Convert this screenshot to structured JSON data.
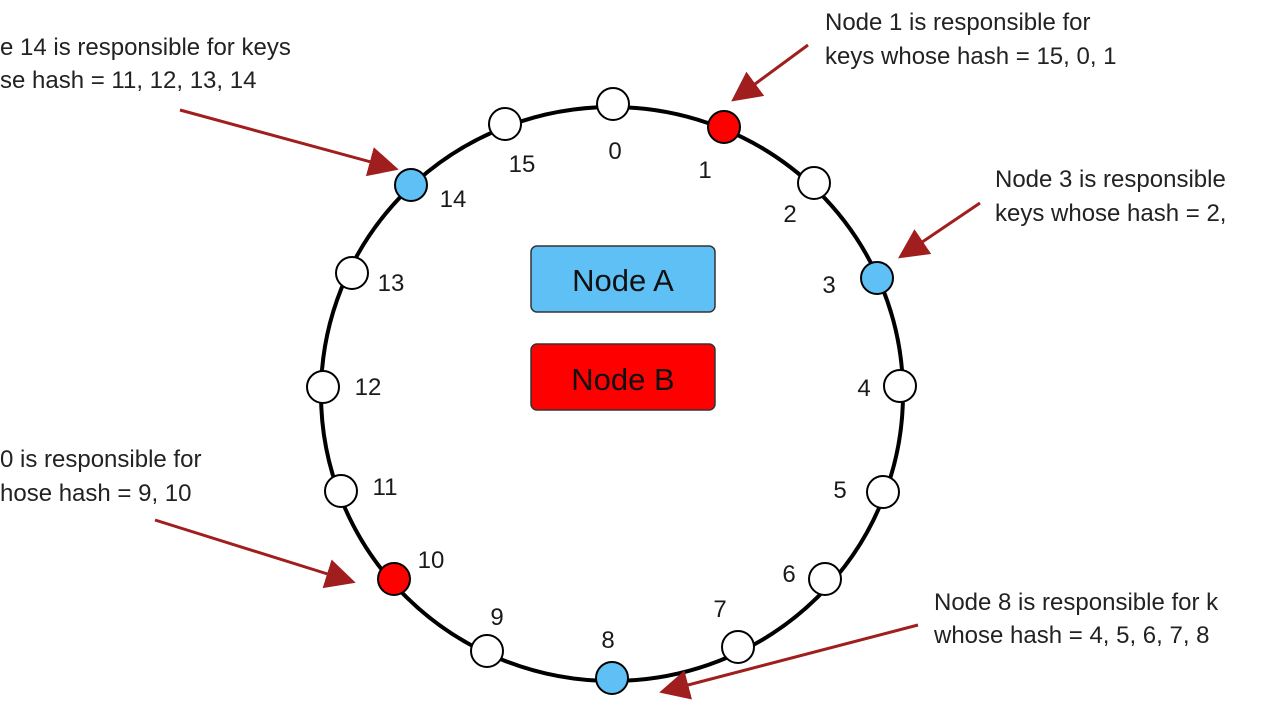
{
  "colors": {
    "node_a": "#5ec0f5",
    "node_b": "#ff0000",
    "empty_slot": "#ffffff",
    "arrow": "#a01e1e",
    "ring": "#000000"
  },
  "ring": {
    "positions": [
      "0",
      "1",
      "2",
      "3",
      "4",
      "5",
      "6",
      "7",
      "8",
      "9",
      "10",
      "11",
      "12",
      "13",
      "14",
      "15"
    ],
    "node_a_positions": [
      "3",
      "8",
      "14"
    ],
    "node_b_positions": [
      "1",
      "10"
    ]
  },
  "legend": {
    "node_a": "Node A",
    "node_b": "Node B"
  },
  "annotations": {
    "node14": {
      "line1": "e 14 is responsible for keys",
      "line2": "se hash = 11, 12, 13, 14"
    },
    "node1": {
      "line1": "Node 1 is responsible for",
      "line2": "keys whose hash = 15, 0, 1"
    },
    "node3": {
      "line1": "Node 3 is responsible",
      "line2": "keys whose hash = 2,"
    },
    "node10": {
      "line1": "0 is responsible for",
      "line2": "hose hash = 9, 10"
    },
    "node8": {
      "line1": "Node 8 is responsible for k",
      "line2": "whose hash = 4, 5, 6, 7, 8"
    }
  }
}
